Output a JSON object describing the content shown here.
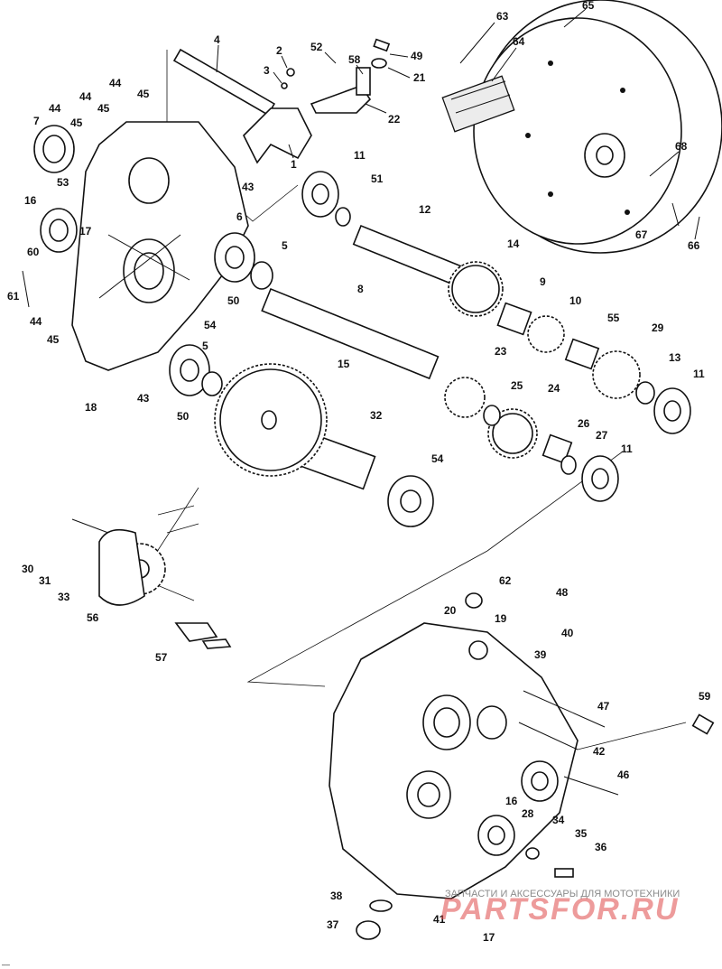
{
  "labels": {
    "l4": "4",
    "l2": "2",
    "l3": "3",
    "l52": "52",
    "l58": "58",
    "l49": "49",
    "l21": "21",
    "l63": "63",
    "l65": "65",
    "l64": "64",
    "l22": "22",
    "l1": "1",
    "l44a": "44",
    "l45a": "45",
    "l7": "7",
    "l44b": "44",
    "l45b": "45",
    "l44c": "44",
    "l45c": "45",
    "l11a": "11",
    "l51": "51",
    "l68": "68",
    "l43a": "43",
    "l53": "53",
    "l16a": "16",
    "l6": "6",
    "l12": "12",
    "l17a": "17",
    "l60": "60",
    "l5a": "5",
    "l14": "14",
    "l67": "67",
    "l66": "66",
    "l61": "61",
    "l50a": "50",
    "l9": "9",
    "l8": "8",
    "l10": "10",
    "l44d": "44",
    "l45d": "45",
    "l55": "55",
    "l54a": "54",
    "l29": "29",
    "l5b": "5",
    "l15": "15",
    "l43b": "43",
    "l18": "18",
    "l50b": "50",
    "l23": "23",
    "l13": "13",
    "l11b": "11",
    "l25": "25",
    "l24": "24",
    "l32": "32",
    "l26": "26",
    "l27": "27",
    "l11c": "11",
    "l54b": "54",
    "l30": "30",
    "l31": "31",
    "l33": "33",
    "l56": "56",
    "l62": "62",
    "l48": "48",
    "l20": "20",
    "l19": "19",
    "l57": "57",
    "l40": "40",
    "l39": "39",
    "l59": "59",
    "l47": "47",
    "l42": "42",
    "l46": "46",
    "l16b": "16",
    "l28": "28",
    "l34": "34",
    "l35": "35",
    "l36": "36",
    "l38": "38",
    "l41": "41",
    "l17b": "17",
    "l37": "37"
  },
  "watermark": {
    "text": "ЗАПЧАСТИ И АКСЕССУАРЫ ДЛЯ МОТОТЕХНИКИ",
    "logo": "PARTSFOR.RU"
  },
  "corner_mark": "––"
}
